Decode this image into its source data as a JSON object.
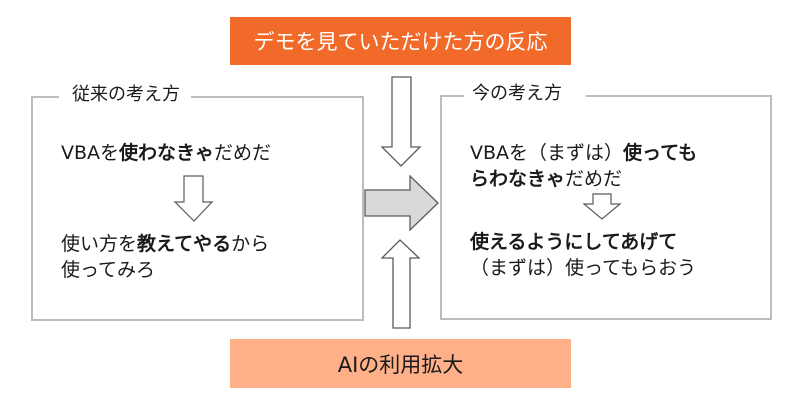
{
  "banners": {
    "top": "デモを見ていただけた方の反応",
    "bottom": "AIの利用拡大"
  },
  "colors": {
    "top_banner": "#f26a2a",
    "bottom_banner": "#ffb088",
    "panel_border": "#bdbdbd",
    "center_arrow_fill": "#d9d9d9"
  },
  "left_panel": {
    "label": "従来の考え方",
    "line1": {
      "pre": "VBAを",
      "bold": "使わなきゃ",
      "post": "だめだ"
    },
    "line2": {
      "pre": "使い方を",
      "bold": "教えてやる",
      "post": "から"
    },
    "line3": "使ってみろ"
  },
  "right_panel": {
    "label": "今の考え方",
    "line1": {
      "pre": "VBAを（まずは）",
      "bold": "使っても"
    },
    "line2": {
      "bold": "らわなきゃ",
      "post": "だめだ"
    },
    "line3": {
      "bold": "使えるようにしてあげて"
    },
    "line4": "（まずは）使ってもらおう"
  },
  "arrows": {
    "top_down": "down-arrow",
    "bottom_up": "up-arrow",
    "center_right": "right-arrow",
    "left_inner_down": "down-arrow",
    "right_inner_down": "down-arrow"
  }
}
